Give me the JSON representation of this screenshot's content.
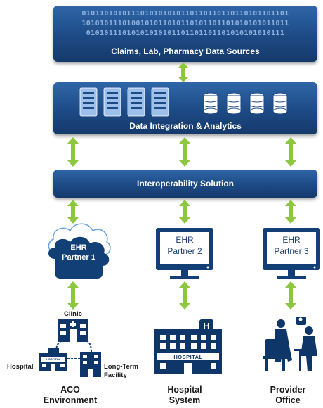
{
  "data_sources": {
    "binary_lines": [
      "0101101010111010101010110110110110110101101101",
      "1010101110100101011010110101101101010101011011",
      "01010111010101010101101101101101010101010111"
    ],
    "label": "Claims, Lab, Pharmacy Data Sources"
  },
  "integration": {
    "label": "Data Integration & Analytics"
  },
  "interop": {
    "label": "Interoperability Solution"
  },
  "partners": [
    {
      "line1": "EHR",
      "line2": "Partner 1"
    },
    {
      "line1": "EHR",
      "line2": "Partner 2"
    },
    {
      "line1": "EHR",
      "line2": "Partner 3"
    }
  ],
  "aco": {
    "clinic": "Clinic",
    "hospital": "Hospital",
    "ltf_line1": "Long-Term",
    "ltf_line2": "Facility"
  },
  "captions": [
    {
      "line1": "ACO",
      "line2": "Environment"
    },
    {
      "line1": "Hospital",
      "line2": "System"
    },
    {
      "line1": "Provider",
      "line2": "Office"
    }
  ],
  "building_signs": {
    "hospital_main": "HOSPITAL",
    "hospital_small": "HOSPITAL",
    "h_letter": "H"
  },
  "colors": {
    "panel_blue": "#1d4a85",
    "arrow_green": "#8dc63f",
    "icon_navy": "#0f3668"
  }
}
